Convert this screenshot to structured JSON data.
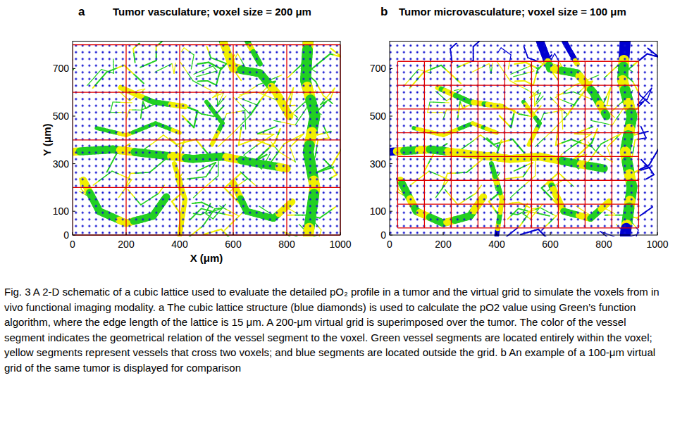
{
  "diagram": {
    "caption": "Fig. 3 A 2-D schematic of a cubic lattice used to evaluate the detailed pO₂ profile in a tumor and the virtual grid to simulate the voxels from in vivo functional imaging modality. a The cubic lattice structure (blue diamonds) is used to calculate the pO2 value using Green’s function algorithm, where the edge length of the lattice is 15 μm. A 200-μm virtual grid is superimposed over the tumor. The color of the vessel segment indicates the geometrical relation of the vessel segment to the voxel. Green vessel segments are located entirely within the voxel; yellow segments represent vessels that cross two voxels; and blue segments are located outside the grid. b An example of a 100-μm virtual grid of the same tumor is displayed for comparison",
    "labels": [
      "a",
      "Tumor vasculature; voxel size = 200 μm",
      "b",
      "Tumor microvasculature; voxel size = 100 μm",
      "Y (μm)",
      "700",
      "500",
      "300",
      "100",
      "0",
      "0",
      "200",
      "400",
      "600",
      "800",
      "1000",
      "X (μm)",
      "700",
      "500",
      "300",
      "100",
      "0",
      "0",
      "200",
      "400",
      "600",
      "800",
      "1000"
    ]
  }
}
